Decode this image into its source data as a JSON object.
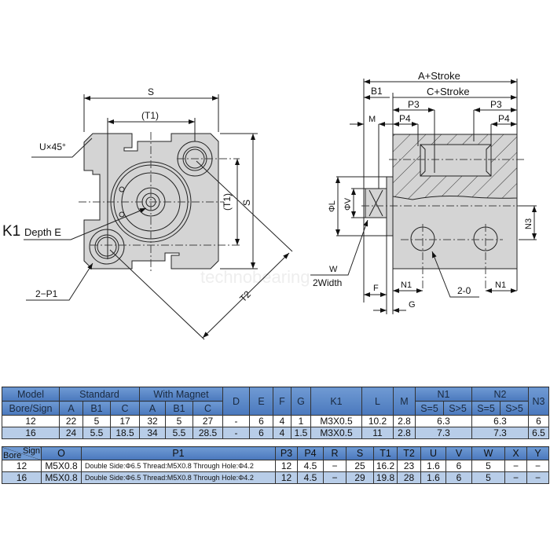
{
  "drawing": {
    "front": {
      "S": "S",
      "T1": "(T1)",
      "T1v": "(T1)",
      "Sv": "S",
      "T2": "T2",
      "U": "U×45°",
      "K1": "K1",
      "depth": "Depth E",
      "P1": "2−P1"
    },
    "side": {
      "A": "A+Stroke",
      "B1": "B1",
      "C": "C+Stroke",
      "P3a": "P3",
      "P3b": "P3",
      "P4a": "P4",
      "P4b": "P4",
      "M": "M",
      "L": "ΦL",
      "V": "ΦV",
      "N3": "N3",
      "W": "W",
      "width": "2Width",
      "F": "F",
      "G": "G",
      "N1a": "N1",
      "N1b": "N1",
      "O": "2-0"
    },
    "watermark": "technobearing",
    "colors": {
      "body": "#d4d4d4",
      "header": "#5585c6",
      "row_alt": "#b8cde8"
    }
  },
  "table1": {
    "h_model": "Model",
    "h_bore": "Bore/Sign",
    "h_std": "Standard",
    "h_mag": "With Magnet",
    "sub": [
      "A",
      "B1",
      "C",
      "A",
      "B1",
      "C"
    ],
    "cols": [
      "D",
      "E",
      "F",
      "G",
      "K1",
      "L",
      "M"
    ],
    "n1": "N1",
    "n2": "N2",
    "n3": "N3",
    "s5": "S=5",
    "sg5": "S>5",
    "rows": [
      {
        "bore": "12",
        "v": [
          "22",
          "5",
          "17",
          "32",
          "5",
          "27",
          "-",
          "6",
          "4",
          "1",
          "M3X0.5",
          "10.2",
          "2.8"
        ],
        "n1": "6.3",
        "n2": "6.3",
        "n3": "6"
      },
      {
        "bore": "16",
        "v": [
          "24",
          "5.5",
          "18.5",
          "34",
          "5.5",
          "28.5",
          "-",
          "6",
          "4",
          "1.5",
          "M3X0.5",
          "11",
          "2.8"
        ],
        "n1": "7.3",
        "n2": "7.3",
        "n3": "6.5"
      }
    ]
  },
  "table2": {
    "h_sign": "Sign",
    "h_bore": "Bore",
    "cols": [
      "O",
      "P1",
      "P3",
      "P4",
      "R",
      "S",
      "T1",
      "T2",
      "U",
      "V",
      "W",
      "X",
      "Y"
    ],
    "rows": [
      {
        "bore": "12",
        "v": [
          "M5X0.8",
          "Double Side:Φ6.5  Thread:M5X0.8 Through Hole:Φ4.2",
          "12",
          "4.5",
          "−",
          "25",
          "16.2",
          "23",
          "1.6",
          "6",
          "5",
          "−",
          "−"
        ]
      },
      {
        "bore": "16",
        "v": [
          "M5X0.8",
          "Double Side:Φ6.5  Thread:M5X0.8 Through Hole:Φ4.2",
          "12",
          "4.5",
          "−",
          "29",
          "19.8",
          "28",
          "1.6",
          "6",
          "5",
          "−",
          "−"
        ]
      }
    ]
  }
}
